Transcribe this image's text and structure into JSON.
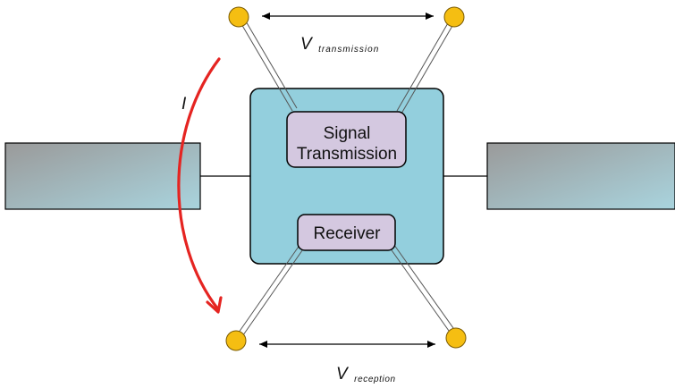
{
  "diagram": {
    "blocks": {
      "signal_transmission": [
        "Signal",
        "Transmission"
      ],
      "receiver": "Receiver"
    },
    "labels": {
      "v_transmission": {
        "main": "V",
        "subscript": "transmission"
      },
      "v_reception": {
        "main": "V",
        "subscript": "reception"
      },
      "current": "I"
    },
    "colors": {
      "central_box": "#93CFDD",
      "inner_box": "#D4C8E0",
      "terminal": "#F5BE12",
      "current_arrow": "#E52421",
      "bar_gradient_start": "#9A9A9A",
      "bar_gradient_end": "#A9D4DE"
    }
  }
}
